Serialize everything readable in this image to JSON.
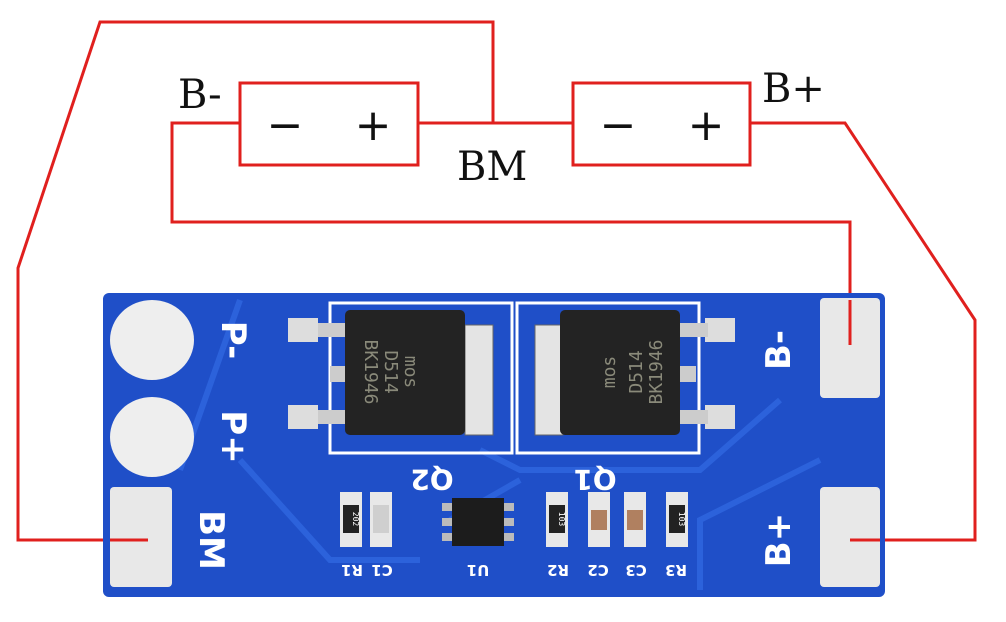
{
  "diagram": {
    "battery_labels": {
      "negative": "B-",
      "middle": "BM",
      "positive": "B+"
    },
    "cells": [
      {
        "minus": "−",
        "plus": "+"
      },
      {
        "minus": "−",
        "plus": "+"
      }
    ],
    "board": {
      "pads": {
        "p_minus": "P-",
        "p_plus": "P+",
        "bm": "BM",
        "b_minus": "B-",
        "b_plus": "B+"
      },
      "mosfets": [
        {
          "ref": "Q2",
          "line1": "D514",
          "line2": "BK1946",
          "logo": "mos"
        },
        {
          "ref": "Q1",
          "line1": "D514",
          "line2": "BK1946",
          "logo": "mos"
        }
      ],
      "ic": "U1",
      "components": [
        "R1",
        "C1",
        "R2",
        "C2",
        "C3",
        "R3"
      ],
      "resistor_codes": {
        "r1": "202",
        "r2": "103",
        "r3": "103"
      }
    },
    "colors": {
      "wire": "#e0201e",
      "board": "#1f4fc8",
      "pad": "#e8e8e8"
    }
  }
}
